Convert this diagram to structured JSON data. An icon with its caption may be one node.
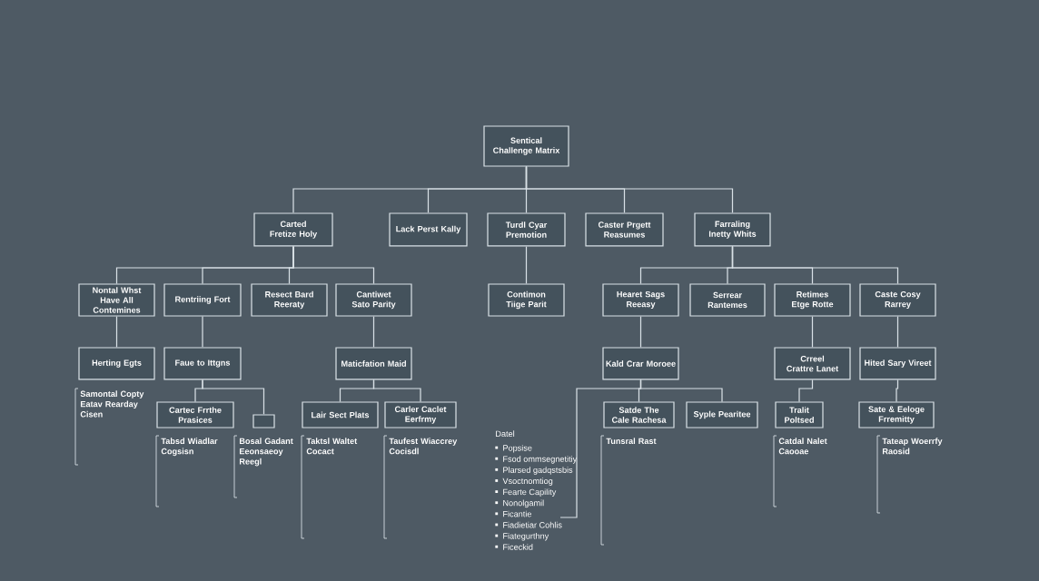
{
  "diagram": {
    "nodes": [
      {
        "text": [
          "Sentical Challenge Matrix"
        ]
      },
      {
        "text": [
          "Carted Fretize Holy"
        ]
      },
      {
        "text": [
          "Lack Perst Kally"
        ]
      },
      {
        "text": [
          "Turdl Cyar Premotion"
        ]
      },
      {
        "text": [
          "Caster Prgett Reasumes"
        ]
      },
      {
        "text": [
          "Farraling Inetty Whits"
        ]
      },
      {
        "text": [
          "Nontal Whst Have All Contemines"
        ]
      },
      {
        "text": [
          "Rentriing Fort"
        ]
      },
      {
        "text": [
          "Resect Bard Reeraty"
        ]
      },
      {
        "text": [
          "Cantiwet Sato Parity"
        ]
      },
      {
        "text": [
          "Contimon Tiige Parit"
        ]
      },
      {
        "text": [
          "Hearet Sags Reeasy"
        ]
      },
      {
        "text": [
          "Serrear Rantemes"
        ]
      },
      {
        "text": [
          "Retimes Etge Rotte"
        ]
      },
      {
        "text": [
          "Caste Cosy Rarrey"
        ]
      },
      {
        "text": [
          "Herting Egts"
        ],
        "beside": [
          "Samontal Copty Eatav Rearday Cisen"
        ]
      },
      {
        "text": [
          "Faue to Ittgns"
        ]
      },
      {
        "text": [
          "Maticfation Maid"
        ]
      },
      {
        "text": [
          "Kald Crar Moroee"
        ]
      },
      {
        "text": [
          "Crreel Crattre Lanet"
        ]
      },
      {
        "text": [
          "Hited Sary Vireet"
        ]
      },
      {
        "text": [
          "Cartec Frrthe Prasices"
        ],
        "beside": [
          "Tabsd Wiadlar Cogsisn"
        ]
      },
      {
        "text": [],
        "shape": "box",
        "beside": [
          "Bosal Gadant Eeonsaeoy Reegl"
        ]
      },
      {
        "text": [
          "Lair Sect Plats"
        ],
        "beside": [
          "Taktsl Waltet Cocact"
        ]
      },
      {
        "text": [
          "Carler Caclet Eerfrmy"
        ],
        "beside": [
          "Taufest Wiaccrey Cocisdl"
        ]
      },
      {
        "text": [
          "Satde The Cale Rachesa"
        ],
        "beside": [
          "Tunsral Rast"
        ]
      },
      {
        "text": [
          "Syple Pearitee"
        ]
      },
      {
        "text": [
          "Tralit Poltsed"
        ],
        "beside": [
          "Catdal Nalet Caooae"
        ]
      },
      {
        "text": [
          "Sate & Eeloge Frremitty"
        ],
        "beside": [
          "Tateap Woerrfy Raosid"
        ]
      },
      {
        "text": [
          "Datel",
          "Popsise",
          "Fsod ommsegnetitiy",
          "Plarsed gadqstsbis",
          "Vsoctnomtiog",
          "Fearte Capility",
          "Nonolgamil",
          "Ficantie",
          "Fiadietiar Cohlis",
          "Fiategurthny",
          "Ficeckid"
        ]
      }
    ],
    "edges": [
      {
        "from": 0,
        "to": 1,
        "arrow": "none"
      },
      {
        "from": 0,
        "to": 2,
        "arrow": "none"
      },
      {
        "from": 0,
        "to": 3,
        "arrow": "none"
      },
      {
        "from": 0,
        "to": 4,
        "arrow": "none"
      },
      {
        "from": 0,
        "to": 5,
        "arrow": "none"
      },
      {
        "from": 1,
        "to": 6,
        "arrow": "none"
      },
      {
        "from": 1,
        "to": 7,
        "arrow": "none"
      },
      {
        "from": 1,
        "to": 8,
        "arrow": "none"
      },
      {
        "from": 1,
        "to": 9,
        "arrow": "none"
      },
      {
        "from": 3,
        "to": 10,
        "arrow": "none"
      },
      {
        "from": 5,
        "to": 11,
        "arrow": "none"
      },
      {
        "from": 5,
        "to": 12,
        "arrow": "none"
      },
      {
        "from": 5,
        "to": 13,
        "arrow": "none"
      },
      {
        "from": 5,
        "to": 14,
        "arrow": "none"
      },
      {
        "from": 6,
        "to": 15,
        "arrow": "none"
      },
      {
        "from": 7,
        "to": 16,
        "arrow": "none"
      },
      {
        "from": 9,
        "to": 17,
        "arrow": "none"
      },
      {
        "from": 11,
        "to": 18,
        "arrow": "none"
      },
      {
        "from": 13,
        "to": 19,
        "arrow": "none"
      },
      {
        "from": 14,
        "to": 20,
        "arrow": "none"
      },
      {
        "from": 16,
        "to": 21,
        "arrow": "none"
      },
      {
        "from": 16,
        "to": 22,
        "arrow": "none"
      },
      {
        "from": 17,
        "to": 23,
        "arrow": "none"
      },
      {
        "from": 17,
        "to": 24,
        "arrow": "none"
      },
      {
        "from": 18,
        "to": 25,
        "arrow": "none"
      },
      {
        "from": 18,
        "to": 26,
        "arrow": "none"
      },
      {
        "from": 18,
        "to": 29,
        "arrow": "none"
      },
      {
        "from": 19,
        "to": 27,
        "arrow": "none"
      },
      {
        "from": 20,
        "to": 28,
        "arrow": "none"
      }
    ]
  }
}
